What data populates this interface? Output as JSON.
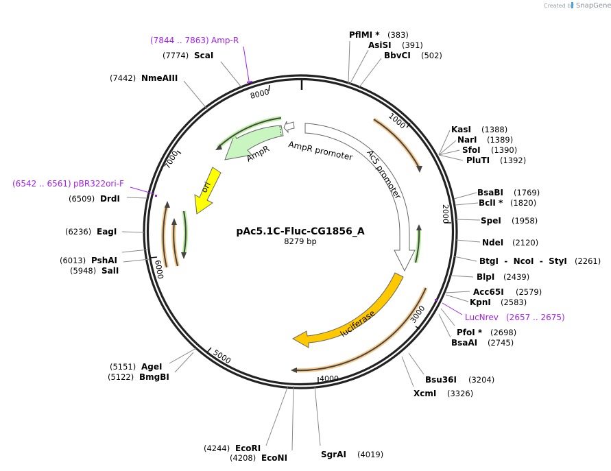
{
  "credit": {
    "prefix": "Created by",
    "brand": "SnapGene"
  },
  "plasmid": {
    "name": "pAc5.1C-Fluc-CG1856_A",
    "length": "8279 bp"
  },
  "ticks": [
    "1000",
    "2000",
    "3000",
    "4000",
    "5000",
    "6000",
    "7000",
    "8000"
  ],
  "features": {
    "ampr": "AmpR",
    "ampr_promoter": "AmpR promoter",
    "ac5_promoter": "Ac5 promoter",
    "luciferase": "luciferase",
    "ori": "ori"
  },
  "primers": [
    {
      "name": "Amp-R",
      "range": "(7844 .. 7863)"
    },
    {
      "name": "pBR322ori-F",
      "range": "(6542 .. 6561)"
    },
    {
      "name": "LucNrev",
      "range": "(2657 .. 2675)"
    }
  ],
  "sites": [
    {
      "name": "PflMI *",
      "pos": "(383)"
    },
    {
      "name": "AsiSI",
      "pos": "(391)"
    },
    {
      "name": "BbvCI",
      "pos": "(502)"
    },
    {
      "name": "KasI",
      "pos": "(1388)"
    },
    {
      "name": "NarI",
      "pos": "(1389)"
    },
    {
      "name": "SfoI",
      "pos": "(1390)"
    },
    {
      "name": "PluTI",
      "pos": "(1392)"
    },
    {
      "name": "BsaBI",
      "pos": "(1769)"
    },
    {
      "name": "BclI *",
      "pos": "(1820)"
    },
    {
      "name": "SpeI",
      "pos": "(1958)"
    },
    {
      "name": "NdeI",
      "pos": "(2120)"
    },
    {
      "name": "BtgI  -  NcoI  -  StyI",
      "pos": "(2261)"
    },
    {
      "name": "BlpI",
      "pos": "(2439)"
    },
    {
      "name": "Acc65I",
      "pos": "(2579)"
    },
    {
      "name": "KpnI",
      "pos": "(2583)"
    },
    {
      "name": "PfoI *",
      "pos": "(2698)"
    },
    {
      "name": "BsaAI",
      "pos": "(2745)"
    },
    {
      "name": "Bsu36I",
      "pos": "(3204)"
    },
    {
      "name": "XcmI",
      "pos": "(3326)"
    },
    {
      "name": "SgrAI",
      "pos": "(4019)"
    },
    {
      "name": "EcoNI",
      "pos": "(4208)"
    },
    {
      "name": "EcoRI",
      "pos": "(4244)"
    },
    {
      "name": "BmgBI",
      "pos": "(5122)"
    },
    {
      "name": "AgeI",
      "pos": "(5151)"
    },
    {
      "name": "SalI",
      "pos": "(5948)"
    },
    {
      "name": "PshAI",
      "pos": "(6013)"
    },
    {
      "name": "EagI",
      "pos": "(6236)"
    },
    {
      "name": "DrdI",
      "pos": "(6509)"
    },
    {
      "name": "NmeAIII",
      "pos": "(7442)"
    },
    {
      "name": "ScaI",
      "pos": "(7774)"
    }
  ],
  "colors": {
    "amp_green": "#c8f5c0",
    "luciferase": "#ffc800",
    "ori": "#ffff00",
    "primer": "#a020f0",
    "orf_orange": "#f6c98a",
    "orf_green": "#b8ef9c"
  }
}
